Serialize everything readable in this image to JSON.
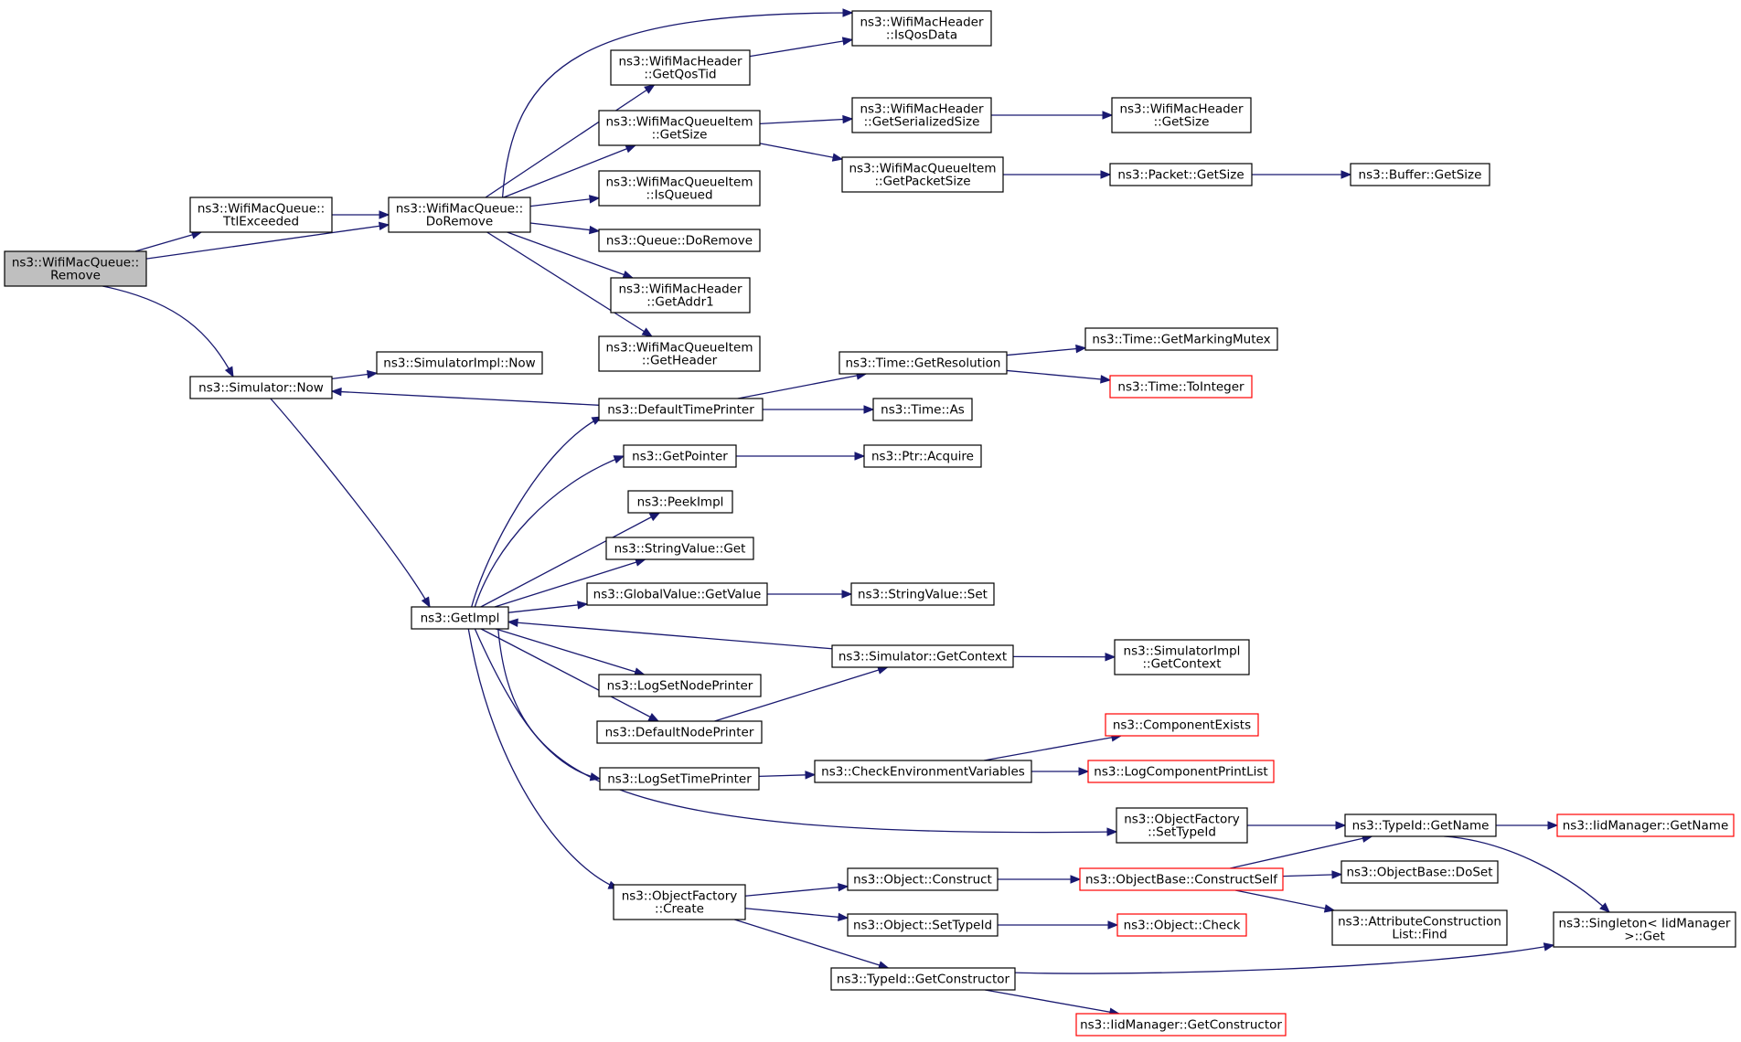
{
  "nodes": [
    {
      "id": "remove",
      "lines": [
        "ns3::WifiMacQueue::",
        "Remove"
      ],
      "style": "root"
    },
    {
      "id": "ttl",
      "lines": [
        "ns3::WifiMacQueue::",
        "TtlExceeded"
      ],
      "style": "normal"
    },
    {
      "id": "doremove",
      "lines": [
        "ns3::WifiMacQueue::",
        "DoRemove"
      ],
      "style": "normal"
    },
    {
      "id": "simnow",
      "lines": [
        "ns3::Simulator::Now"
      ],
      "style": "normal"
    },
    {
      "id": "isqos",
      "lines": [
        "ns3::WifiMacHeader",
        "::IsQosData"
      ],
      "style": "normal"
    },
    {
      "id": "getqostid",
      "lines": [
        "ns3::WifiMacHeader",
        "::GetQosTid"
      ],
      "style": "normal"
    },
    {
      "id": "qi_getsize",
      "lines": [
        "ns3::WifiMacQueueItem",
        "::GetSize"
      ],
      "style": "normal"
    },
    {
      "id": "getserialized",
      "lines": [
        "ns3::WifiMacHeader",
        "::GetSerializedSize"
      ],
      "style": "normal"
    },
    {
      "id": "hdr_getsize",
      "lines": [
        "ns3::WifiMacHeader",
        "::GetSize"
      ],
      "style": "normal"
    },
    {
      "id": "getpacketsize",
      "lines": [
        "ns3::WifiMacQueueItem",
        "::GetPacketSize"
      ],
      "style": "normal"
    },
    {
      "id": "packet_getsize",
      "lines": [
        "ns3::Packet::GetSize"
      ],
      "style": "normal"
    },
    {
      "id": "buffer_getsize",
      "lines": [
        "ns3::Buffer::GetSize"
      ],
      "style": "normal"
    },
    {
      "id": "isqueued",
      "lines": [
        "ns3::WifiMacQueueItem",
        "::IsQueued"
      ],
      "style": "normal"
    },
    {
      "id": "queue_doremove",
      "lines": [
        "ns3::Queue::DoRemove"
      ],
      "style": "normal"
    },
    {
      "id": "getaddr1",
      "lines": [
        "ns3::WifiMacHeader",
        "::GetAddr1"
      ],
      "style": "normal"
    },
    {
      "id": "getheader",
      "lines": [
        "ns3::WifiMacQueueItem",
        "::GetHeader"
      ],
      "style": "normal"
    },
    {
      "id": "simimpl_now",
      "lines": [
        "ns3::SimulatorImpl::Now"
      ],
      "style": "normal"
    },
    {
      "id": "getimpl",
      "lines": [
        "ns3::GetImpl"
      ],
      "style": "normal"
    },
    {
      "id": "deftimeprinter",
      "lines": [
        "ns3::DefaultTimePrinter"
      ],
      "style": "normal"
    },
    {
      "id": "getresolution",
      "lines": [
        "ns3::Time::GetResolution"
      ],
      "style": "normal"
    },
    {
      "id": "getmarkingmutex",
      "lines": [
        "ns3::Time::GetMarkingMutex"
      ],
      "style": "normal"
    },
    {
      "id": "tointeger",
      "lines": [
        "ns3::Time::ToInteger"
      ],
      "style": "red"
    },
    {
      "id": "time_as",
      "lines": [
        "ns3::Time::As"
      ],
      "style": "normal"
    },
    {
      "id": "getpointer",
      "lines": [
        "ns3::GetPointer"
      ],
      "style": "normal"
    },
    {
      "id": "ptr_acquire",
      "lines": [
        "ns3::Ptr::Acquire"
      ],
      "style": "normal"
    },
    {
      "id": "peekimpl",
      "lines": [
        "ns3::PeekImpl"
      ],
      "style": "normal"
    },
    {
      "id": "sv_get",
      "lines": [
        "ns3::StringValue::Get"
      ],
      "style": "normal"
    },
    {
      "id": "gv_getvalue",
      "lines": [
        "ns3::GlobalValue::GetValue"
      ],
      "style": "normal"
    },
    {
      "id": "sv_set",
      "lines": [
        "ns3::StringValue::Set"
      ],
      "style": "normal"
    },
    {
      "id": "sim_getcontext",
      "lines": [
        "ns3::Simulator::GetContext"
      ],
      "style": "normal"
    },
    {
      "id": "simimpl_getcontext",
      "lines": [
        "ns3::SimulatorImpl",
        "::GetContext"
      ],
      "style": "normal"
    },
    {
      "id": "logsetnodeprinter",
      "lines": [
        "ns3::LogSetNodePrinter"
      ],
      "style": "normal"
    },
    {
      "id": "defnodeprinter",
      "lines": [
        "ns3::DefaultNodePrinter"
      ],
      "style": "normal"
    },
    {
      "id": "componentexists",
      "lines": [
        "ns3::ComponentExists"
      ],
      "style": "red"
    },
    {
      "id": "logsettimeprinter",
      "lines": [
        "ns3::LogSetTimePrinter"
      ],
      "style": "normal"
    },
    {
      "id": "checkenv",
      "lines": [
        "ns3::CheckEnvironmentVariables"
      ],
      "style": "normal"
    },
    {
      "id": "logcomplist",
      "lines": [
        "ns3::LogComponentPrintList"
      ],
      "style": "red"
    },
    {
      "id": "of_settypeid",
      "lines": [
        "ns3::ObjectFactory",
        "::SetTypeId"
      ],
      "style": "normal"
    },
    {
      "id": "typeid_getname",
      "lines": [
        "ns3::TypeId::GetName"
      ],
      "style": "normal"
    },
    {
      "id": "iid_getname",
      "lines": [
        "ns3::IidManager::GetName"
      ],
      "style": "red"
    },
    {
      "id": "of_create",
      "lines": [
        "ns3::ObjectFactory",
        "::Create"
      ],
      "style": "normal"
    },
    {
      "id": "obj_construct",
      "lines": [
        "ns3::Object::Construct"
      ],
      "style": "normal"
    },
    {
      "id": "constructself",
      "lines": [
        "ns3::ObjectBase::ConstructSelf"
      ],
      "style": "red"
    },
    {
      "id": "doset",
      "lines": [
        "ns3::ObjectBase::DoSet"
      ],
      "style": "normal"
    },
    {
      "id": "acl_find",
      "lines": [
        "ns3::AttributeConstruction",
        "List::Find"
      ],
      "style": "normal"
    },
    {
      "id": "singleton_get",
      "lines": [
        "ns3::Singleton< IidManager",
        ">::Get"
      ],
      "style": "normal"
    },
    {
      "id": "obj_settypeid",
      "lines": [
        "ns3::Object::SetTypeId"
      ],
      "style": "normal"
    },
    {
      "id": "obj_check",
      "lines": [
        "ns3::Object::Check"
      ],
      "style": "red"
    },
    {
      "id": "typeid_getctor",
      "lines": [
        "ns3::TypeId::GetConstructor"
      ],
      "style": "normal"
    },
    {
      "id": "iid_getctor",
      "lines": [
        "ns3::IidManager::GetConstructor"
      ],
      "style": "red"
    }
  ],
  "edges": [
    [
      "remove",
      "ttl"
    ],
    [
      "remove",
      "doremove"
    ],
    [
      "remove",
      "simnow"
    ],
    [
      "ttl",
      "doremove"
    ],
    [
      "doremove",
      "isqos"
    ],
    [
      "doremove",
      "getqostid"
    ],
    [
      "doremove",
      "qi_getsize"
    ],
    [
      "doremove",
      "isqueued"
    ],
    [
      "doremove",
      "queue_doremove"
    ],
    [
      "doremove",
      "getaddr1"
    ],
    [
      "doremove",
      "getheader"
    ],
    [
      "getqostid",
      "isqos"
    ],
    [
      "qi_getsize",
      "getserialized"
    ],
    [
      "qi_getsize",
      "getpacketsize"
    ],
    [
      "getserialized",
      "hdr_getsize"
    ],
    [
      "getpacketsize",
      "packet_getsize"
    ],
    [
      "packet_getsize",
      "buffer_getsize"
    ],
    [
      "simnow",
      "simimpl_now"
    ],
    [
      "simnow",
      "getimpl"
    ],
    [
      "deftimeprinter",
      "simnow"
    ],
    [
      "deftimeprinter",
      "getresolution"
    ],
    [
      "deftimeprinter",
      "time_as"
    ],
    [
      "getresolution",
      "getmarkingmutex"
    ],
    [
      "getresolution",
      "tointeger"
    ],
    [
      "getimpl",
      "deftimeprinter"
    ],
    [
      "getimpl",
      "getpointer"
    ],
    [
      "getimpl",
      "peekimpl"
    ],
    [
      "getimpl",
      "sv_get"
    ],
    [
      "getimpl",
      "gv_getvalue"
    ],
    [
      "getimpl",
      "logsetnodeprinter"
    ],
    [
      "getimpl",
      "defnodeprinter"
    ],
    [
      "getimpl",
      "logsettimeprinter"
    ],
    [
      "getimpl",
      "of_settypeid"
    ],
    [
      "getimpl",
      "of_create"
    ],
    [
      "getpointer",
      "ptr_acquire"
    ],
    [
      "gv_getvalue",
      "sv_set"
    ],
    [
      "sim_getcontext",
      "getimpl"
    ],
    [
      "sim_getcontext",
      "simimpl_getcontext"
    ],
    [
      "defnodeprinter",
      "sim_getcontext"
    ],
    [
      "logsettimeprinter",
      "checkenv"
    ],
    [
      "checkenv",
      "componentexists"
    ],
    [
      "checkenv",
      "logcomplist"
    ],
    [
      "of_settypeid",
      "typeid_getname"
    ],
    [
      "typeid_getname",
      "iid_getname"
    ],
    [
      "typeid_getname",
      "singleton_get"
    ],
    [
      "of_create",
      "obj_construct"
    ],
    [
      "of_create",
      "obj_settypeid"
    ],
    [
      "of_create",
      "typeid_getctor"
    ],
    [
      "obj_construct",
      "constructself"
    ],
    [
      "constructself",
      "typeid_getname"
    ],
    [
      "constructself",
      "doset"
    ],
    [
      "constructself",
      "acl_find"
    ],
    [
      "obj_settypeid",
      "obj_check"
    ],
    [
      "typeid_getctor",
      "singleton_get"
    ],
    [
      "typeid_getctor",
      "iid_getctor"
    ]
  ],
  "colors": {
    "edge": "#191970",
    "root_fill": "#bfbfbf",
    "red_border": "#ff0000"
  }
}
